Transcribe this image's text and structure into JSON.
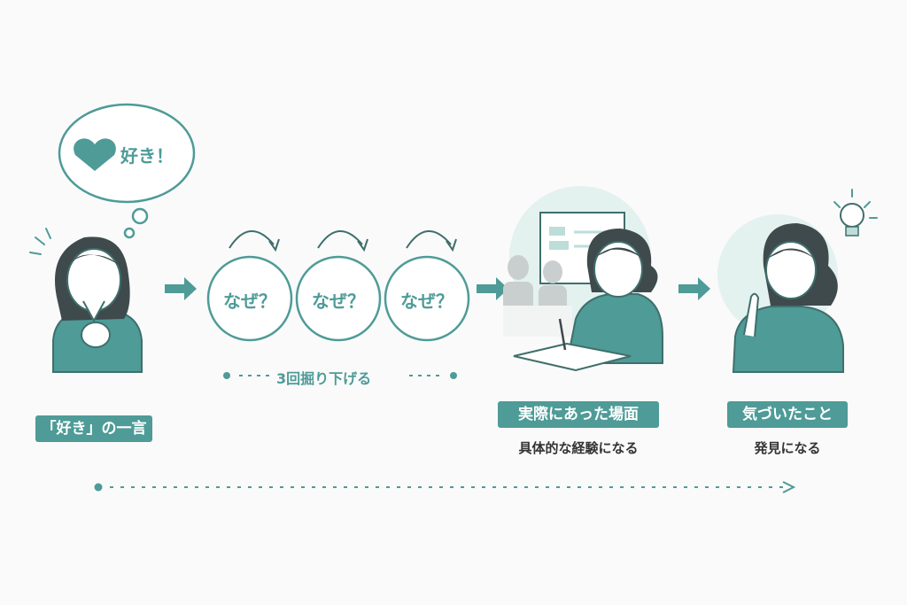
{
  "bubble": {
    "text": "好き！"
  },
  "steps": {
    "why_labels": [
      "なぜ？",
      "なぜ？",
      "なぜ？"
    ],
    "dig_label": "3回掘り下げる"
  },
  "labels": [
    {
      "title": "「好き」の一言",
      "caption": ""
    },
    {
      "title": "実際にあった場面",
      "caption": "具体的な経験になる"
    },
    {
      "title": "気づいたこと",
      "caption": "発見になる"
    }
  ],
  "colors": {
    "accent": "#4e9b97",
    "soft": "#e3f1ef",
    "line": "#3f6f6c",
    "skin": "#ffffff"
  }
}
